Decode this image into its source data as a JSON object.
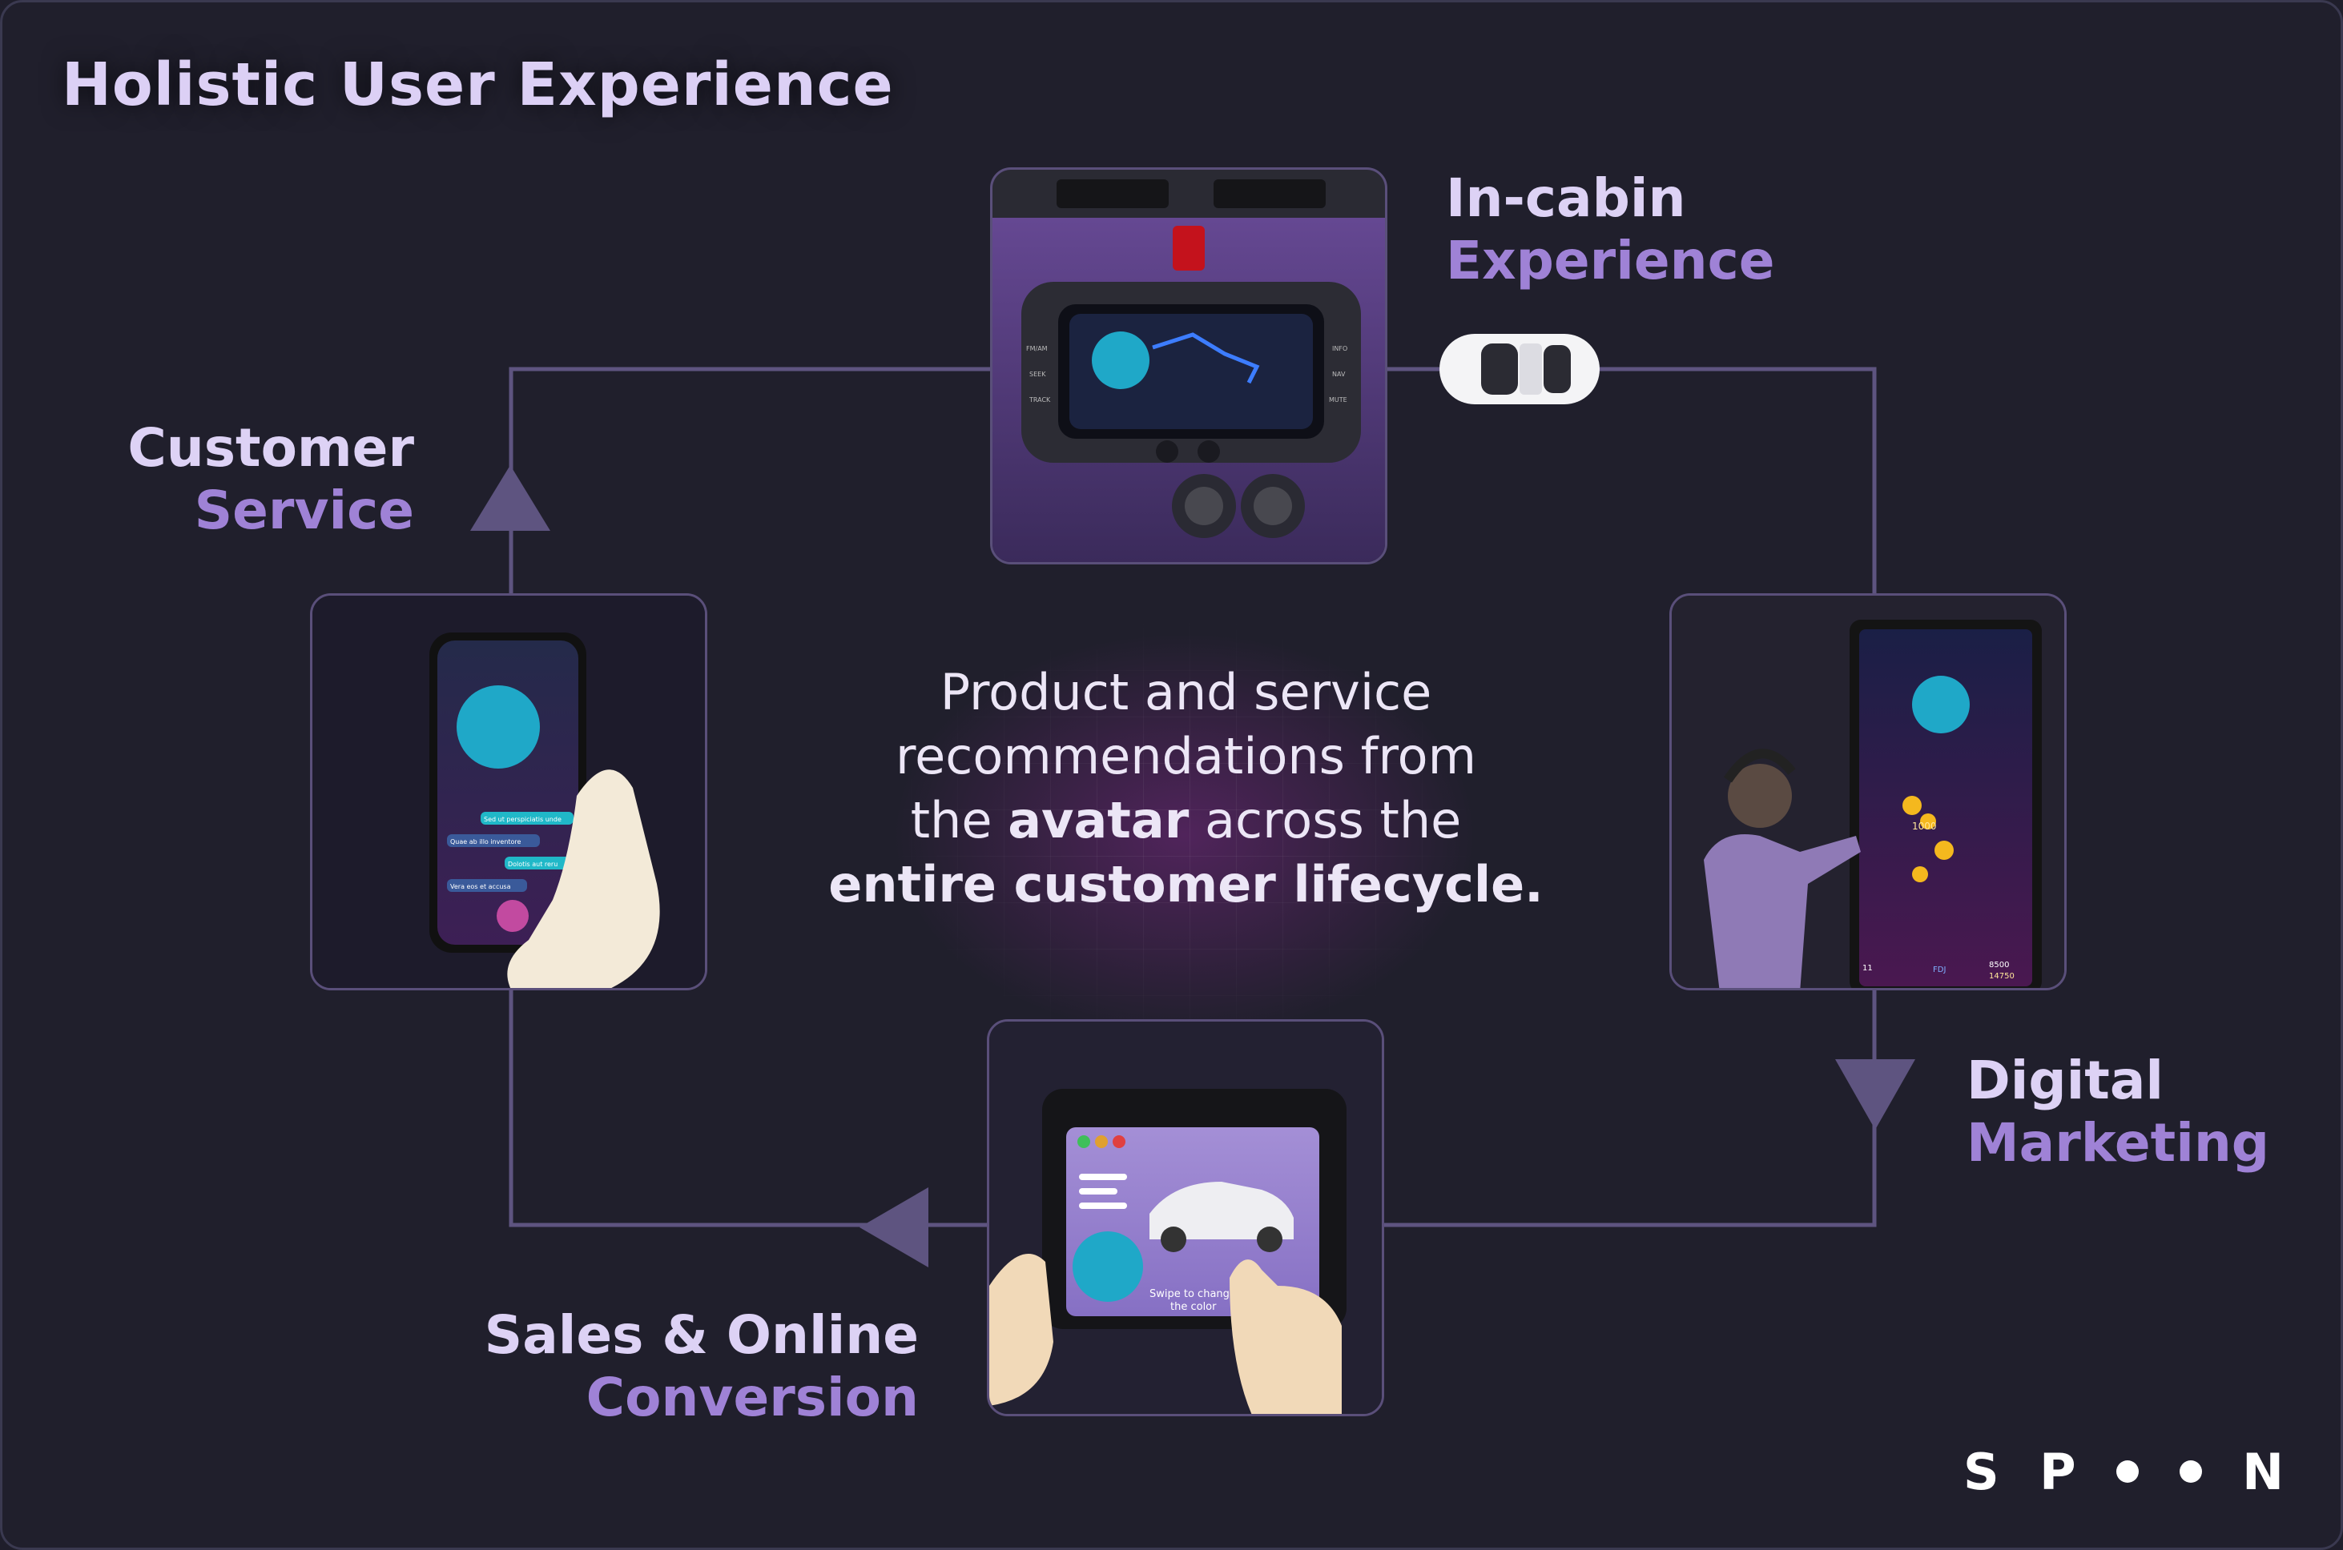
{
  "title": "Holistic User Experience",
  "stages": {
    "in_cabin": {
      "line1": "In-cabin",
      "line2": "Experience"
    },
    "customer_service": {
      "line1": "Customer",
      "line2": "Service"
    },
    "digital_marketing": {
      "line1": "Digital",
      "line2": "Marketing"
    },
    "sales": {
      "line1": "Sales & Online",
      "line2": "Conversion"
    }
  },
  "center": {
    "p1": "Product and service",
    "p2": "recommendations from",
    "p3_pre": "the ",
    "p3_bold": "avatar",
    "p3_post": " across the",
    "p4_bold": "entire customer lifecycle."
  },
  "cabin_screen": {
    "buttons_left": [
      "FM/AM",
      "SEEK",
      "TRACK"
    ],
    "buttons_right": [
      "INFO",
      "NAV",
      "MUTE"
    ]
  },
  "phone_chat": [
    "Sed ut perspiciatis unde",
    "Quae ab illo inventore",
    "Dolotis aut reru",
    "Vera eos et accusa"
  ],
  "game_screen": {
    "score_center": "1000",
    "score_a": "8500",
    "score_b": "14750",
    "level": "11",
    "badge": "FDJ"
  },
  "tablet": {
    "caption_l1": "Swipe to change",
    "caption_l2": "the color"
  },
  "logo": {
    "s": "S",
    "p": "P",
    "n": "N"
  },
  "colors": {
    "accent": "#9f82d6",
    "label_light": "#ddd2f5",
    "background": "#201f2c",
    "flow_line": "#5e5480"
  }
}
